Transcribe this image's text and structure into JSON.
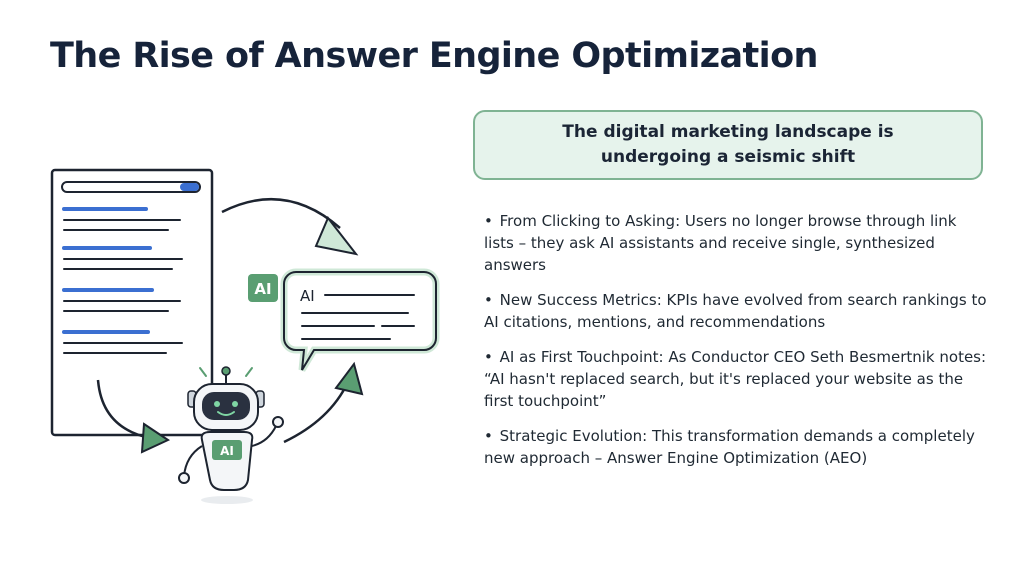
{
  "slide": {
    "title": "The Rise of Answer Engine Optimization",
    "callout": "The digital marketing landscape is undergoing a seismic shift",
    "bullets": [
      "From Clicking to Asking: Users no longer browse through link lists – they ask AI assistants and receive single, synthesized answers",
      "New Success Metrics: KPIs have evolved from search rankings to AI citations, mentions, and recommendations",
      "AI as First Touchpoint: As Conductor CEO Seth Besmertnik notes: “AI hasn't replaced search, but it's replaced your website as the first touchpoint”",
      "Strategic Evolution: This transformation demands a completely new approach – Answer Engine Optimization (AEO)"
    ],
    "bullet_marker": "•"
  },
  "illustration": {
    "badge_label": "AI",
    "bubble_label": "AI",
    "robot_chest_label": "AI",
    "icons": [
      "search-results-page-icon",
      "chat-bubble-icon",
      "robot-icon",
      "curved-arrow-icon"
    ],
    "colors": {
      "accent_green": "#5a9e72",
      "light_green": "#e3f2e8",
      "link_blue": "#3b6fd1",
      "ink": "#1d2430"
    }
  }
}
